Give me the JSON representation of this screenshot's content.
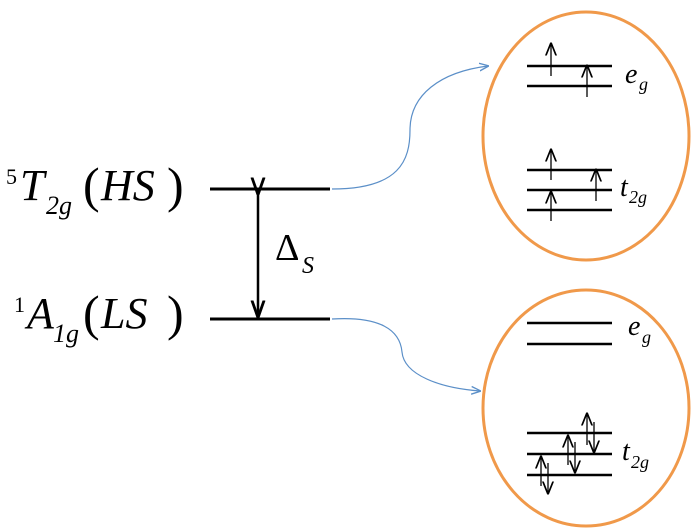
{
  "states": {
    "high_spin": {
      "sup": "5",
      "base": "T",
      "sub": "2g",
      "spin": "HS"
    },
    "low_spin": {
      "sup": "1",
      "base": "A",
      "sub": "1g",
      "spin": "LS"
    }
  },
  "gap": {
    "symbol": "Δ",
    "sub": "S"
  },
  "orbitals": {
    "eg": {
      "base": "e",
      "sub": "g"
    },
    "t2g": {
      "base": "t",
      "sub": "2g"
    }
  },
  "colors": {
    "circle": "#F0994A",
    "connector": "#5B8FC8",
    "lines": "#000000"
  }
}
